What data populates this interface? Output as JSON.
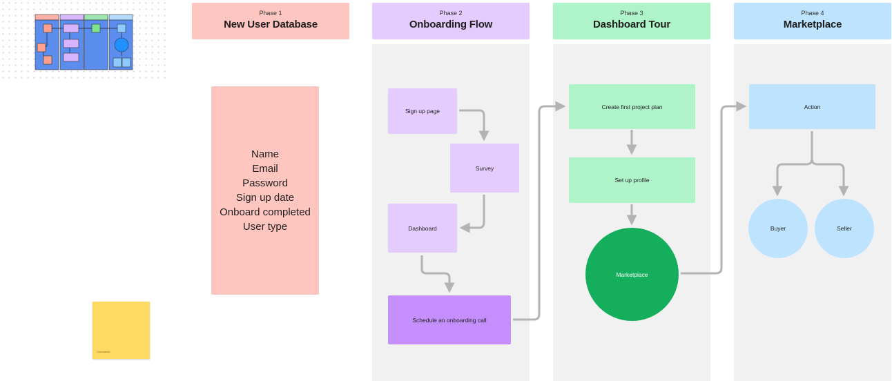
{
  "phases": [
    {
      "label": "Phase 1",
      "title": "New User Database",
      "color": "#fec6c0"
    },
    {
      "label": "Phase 2",
      "title": "Onboarding Flow",
      "color": "#e4ccfe"
    },
    {
      "label": "Phase 3",
      "title": "Dashboard Tour",
      "color": "#aef4c8"
    },
    {
      "label": "Phase 4",
      "title": "Marketplace",
      "color": "#bde3ff"
    }
  ],
  "database_fields": [
    "Name",
    "Email",
    "Password",
    "Sign up date",
    "Onboard completed",
    "User type"
  ],
  "onboarding": {
    "signup": "Sign up page",
    "survey": "Survey",
    "dashboard": "Dashboard",
    "schedule": "Schedule an onboarding call"
  },
  "dashboard_tour": {
    "project_plan": "Create first project plan",
    "profile": "Set up profile",
    "marketplace": "Marketplace"
  },
  "marketplace": {
    "action": "Action",
    "buyer": "Buyer",
    "seller": "Seller"
  },
  "sticky_note": {
    "text": "Comments"
  },
  "colors": {
    "lane": "#f1f1f1",
    "connector": "#b3b3b3",
    "purple_light": "#e4ccfe",
    "purple_dark": "#c48ffc",
    "green_light": "#aef4c8",
    "green_dark": "#14ae5c",
    "blue_light": "#bde3ff",
    "database": "#ffc6c0",
    "sticky": "#fed964"
  }
}
